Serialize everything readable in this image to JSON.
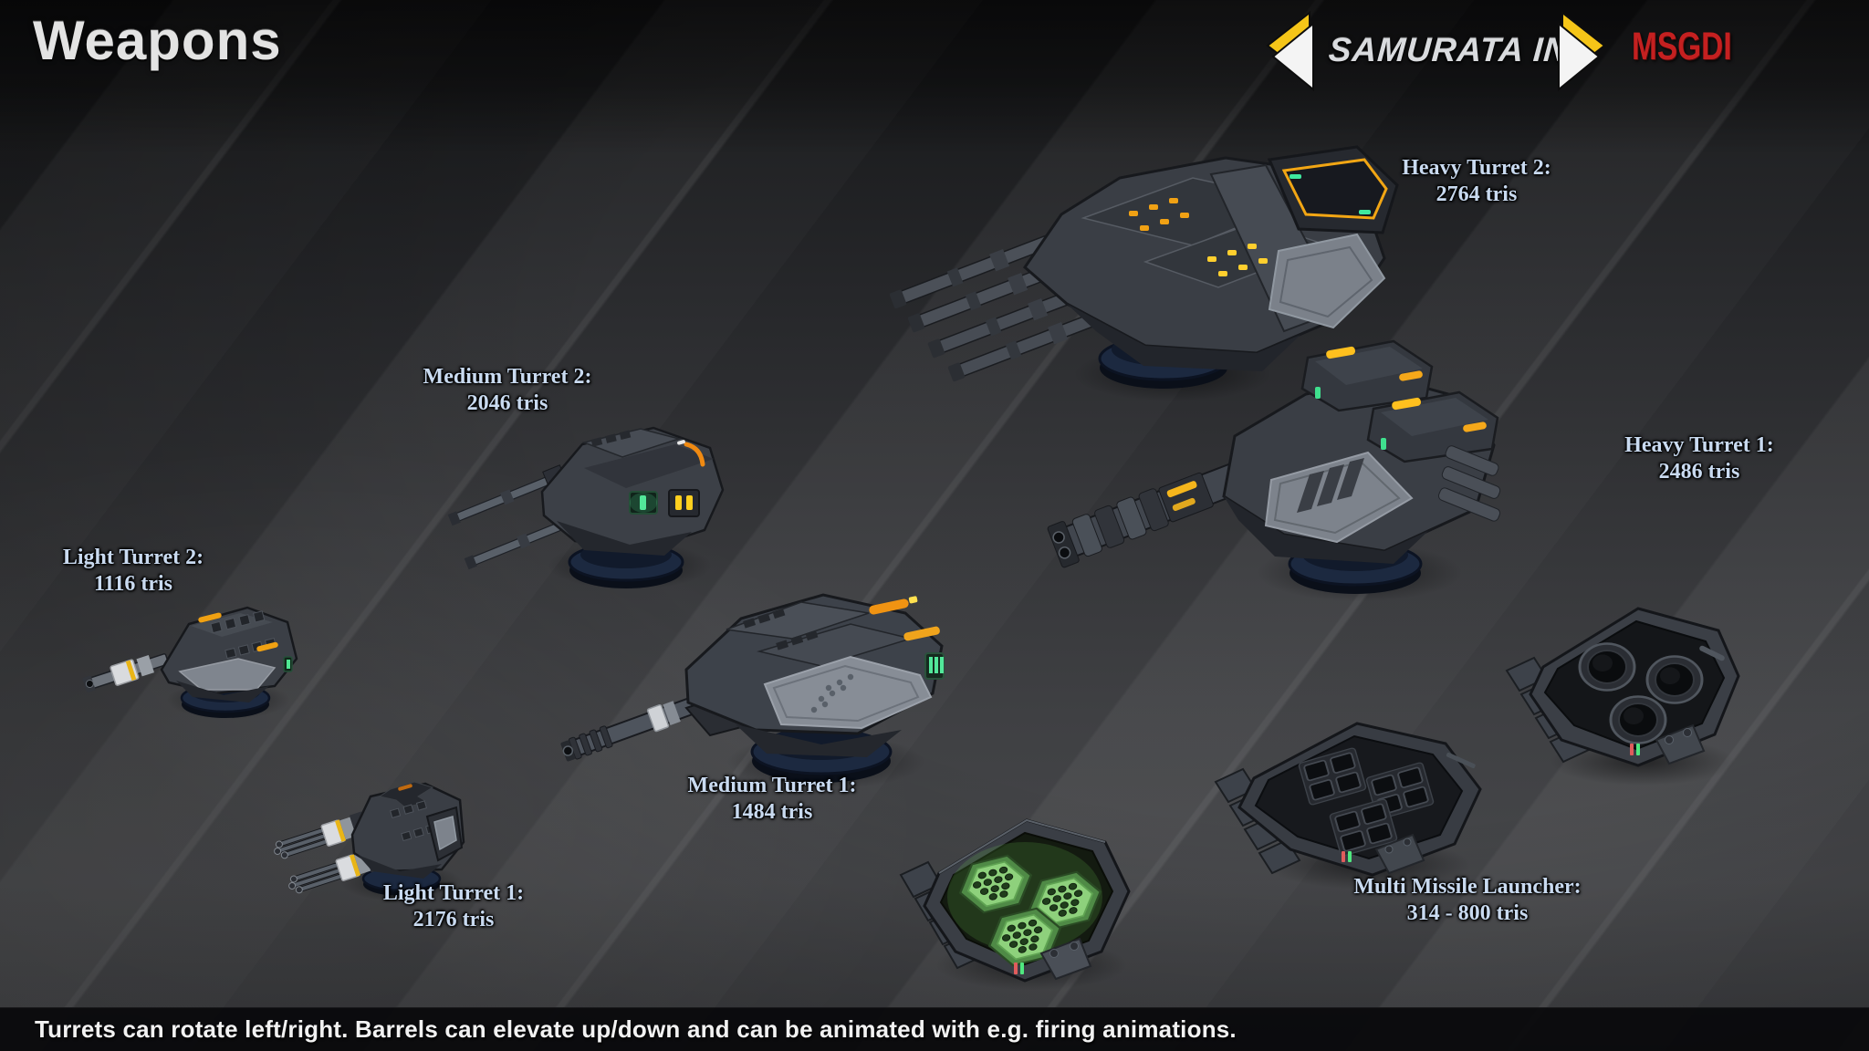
{
  "header": {
    "title": "Weapons",
    "brand": "SAMURATA INC",
    "logo": "MSGDI"
  },
  "models": [
    {
      "id": "heavy-turret-2",
      "name": "Heavy Turret 2:",
      "tris": "2764 tris"
    },
    {
      "id": "heavy-turret-1",
      "name": "Heavy Turret 1:",
      "tris": "2486 tris"
    },
    {
      "id": "medium-turret-2",
      "name": "Medium Turret 2:",
      "tris": "2046 tris"
    },
    {
      "id": "medium-turret-1",
      "name": "Medium Turret 1:",
      "tris": "1484 tris"
    },
    {
      "id": "light-turret-2",
      "name": "Light Turret 2:",
      "tris": "1116 tris"
    },
    {
      "id": "light-turret-1",
      "name": "Light Turret 1:",
      "tris": "2176 tris"
    },
    {
      "id": "multi-missile-launcher",
      "name": "Multi Missile Launcher:",
      "tris": "314 - 800 tris"
    }
  ],
  "footer": {
    "note": "Turrets can rotate left/right. Barrels can elevate up/down and can be animated with e.g. firing animations."
  },
  "colors": {
    "accent_yellow": "#f5b91a",
    "accent_orange": "#f09312",
    "logo_red": "#c42020",
    "label_blue": "#c9daf0",
    "light_green": "#4fe892",
    "base_navy": "#1c2940",
    "hull_gray": "#3a3e45",
    "pod_green": "#8ed17c"
  }
}
